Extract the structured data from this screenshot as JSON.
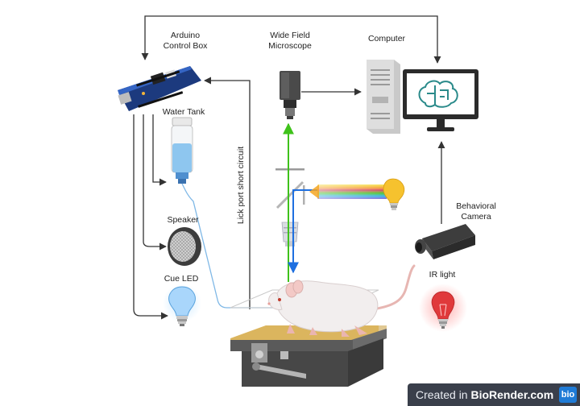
{
  "labels": {
    "arduino": [
      "Arduino",
      "Control Box"
    ],
    "microscope": [
      "Wide Field",
      "Microscope"
    ],
    "computer": "Computer",
    "water_tank": "Water Tank",
    "lick_port": "Lick port short circuit",
    "speaker": "Speaker",
    "cue_led": "Cue LED",
    "behavioral_camera": [
      "Behavioral",
      "Camera"
    ],
    "ir_light": "IR light"
  },
  "watermark": {
    "prefix": "Created in ",
    "brand": "BioRender.com",
    "logo": "bio"
  },
  "colors": {
    "arrow": "#333333",
    "green_light": "#3fc21b",
    "blue_light": "#1e6fe0",
    "water_line": "#7fb8e6",
    "board_blue": "#2a4a9a",
    "ir_red": "#e0393b",
    "bulb_yellow": "#f6c22e"
  }
}
